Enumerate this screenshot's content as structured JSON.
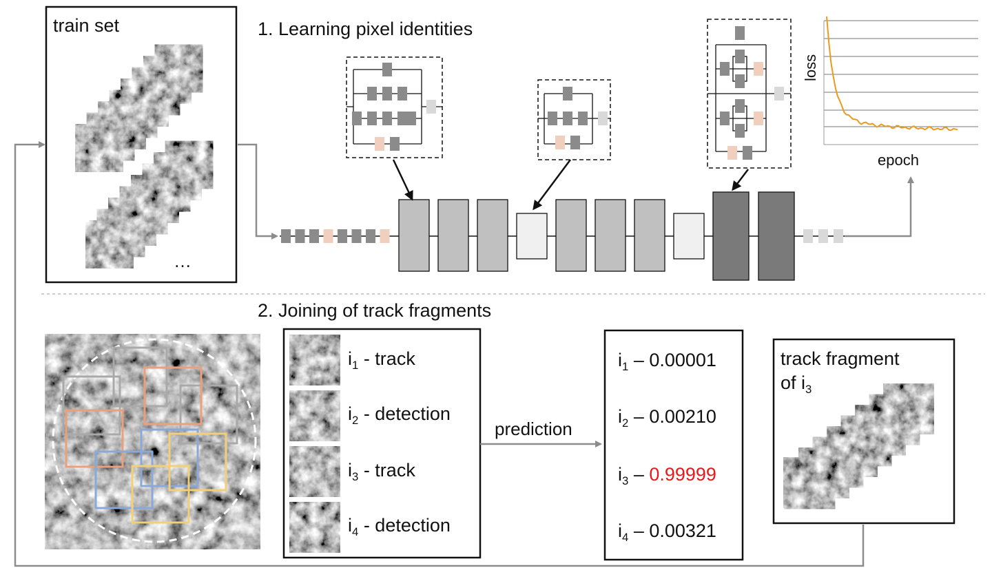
{
  "colors": {
    "dark_gray": "#8b8b8b",
    "mid_gray": "#a4a4a4",
    "light_gray": "#c0c0c0",
    "lighter_gray": "#d9d9d9",
    "very_light": "#f0f0f0",
    "darkest": "#7a7a7a",
    "pink": "#f1cfbe",
    "orange_curve": "#eb9a1c",
    "box_blue": "#8aa8d8",
    "box_orange": "#eba07d",
    "box_yellow": "#f3cf79",
    "box_gray": "#a9a9a9",
    "arrow_gray": "#8c8c8c",
    "highlight_red": "#e8191c"
  },
  "train_set": {
    "label": "train set",
    "ellipsis": "…"
  },
  "step1": {
    "title": "1. Learning pixel identities"
  },
  "loss_chart": {
    "ylabel": "loss",
    "xlabel": "epoch",
    "grid": true
  },
  "step2": {
    "title": "2. Joining of track fragments"
  },
  "candidates": [
    {
      "sym": "i",
      "sub": "1",
      "suffix": " - track",
      "border": "blue"
    },
    {
      "sym": "i",
      "sub": "2",
      "suffix": " - detection",
      "border": "orange"
    },
    {
      "sym": "i",
      "sub": "3",
      "suffix": " - track",
      "border": "blue"
    },
    {
      "sym": "i",
      "sub": "4",
      "suffix": " - detection",
      "border": "orange"
    }
  ],
  "arrow_label": "prediction",
  "predictions": [
    {
      "sym": "i",
      "sub": "1",
      "dash": " – ",
      "prob": "0.00001",
      "highlight": false
    },
    {
      "sym": "i",
      "sub": "2",
      "dash": " – ",
      "prob": "0.00210",
      "highlight": false
    },
    {
      "sym": "i",
      "sub": "3",
      "dash": " – ",
      "prob": "0.99999",
      "highlight": true
    },
    {
      "sym": "i",
      "sub": "4",
      "dash": " – ",
      "prob": "0.00321",
      "highlight": false
    }
  ],
  "fragment": {
    "line1": "track fragment",
    "line2_prefix": "of i",
    "line2_sub": "3"
  }
}
